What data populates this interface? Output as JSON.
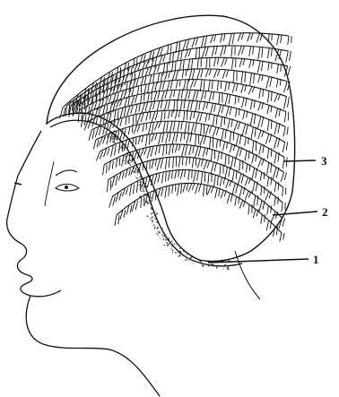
{
  "figure": {
    "background_color": "#ffffff",
    "ink_color": "#111111",
    "shade_color": "#555555",
    "callouts": [
      {
        "label": "3"
      },
      {
        "label": "2"
      },
      {
        "label": "1"
      }
    ]
  }
}
